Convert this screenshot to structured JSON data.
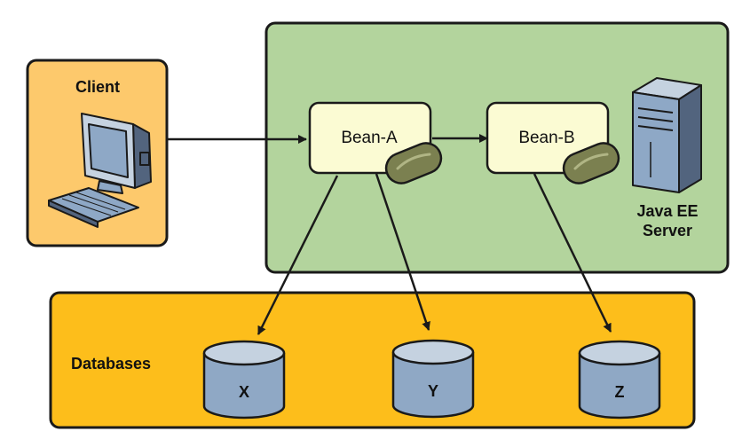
{
  "client": {
    "label": "Client",
    "icon": "desktop-computer-icon"
  },
  "server": {
    "label_line1": "Java EE",
    "label_line2": "Server",
    "icon": "server-tower-icon"
  },
  "beans": [
    {
      "label": "Bean-A"
    },
    {
      "label": "Bean-B"
    }
  ],
  "databases": {
    "label": "Databases",
    "items": [
      {
        "label": "X"
      },
      {
        "label": "Y"
      },
      {
        "label": "Z"
      }
    ]
  },
  "colors": {
    "client_fill": "#fdc96c",
    "server_fill": "#b3d49d",
    "databases_fill": "#fdbe1b",
    "bean_fill": "#fbfbd3",
    "cylinder_fill": "#8fa8c5",
    "handle_fill": "#7b8050",
    "stroke": "#1a1a1a"
  }
}
